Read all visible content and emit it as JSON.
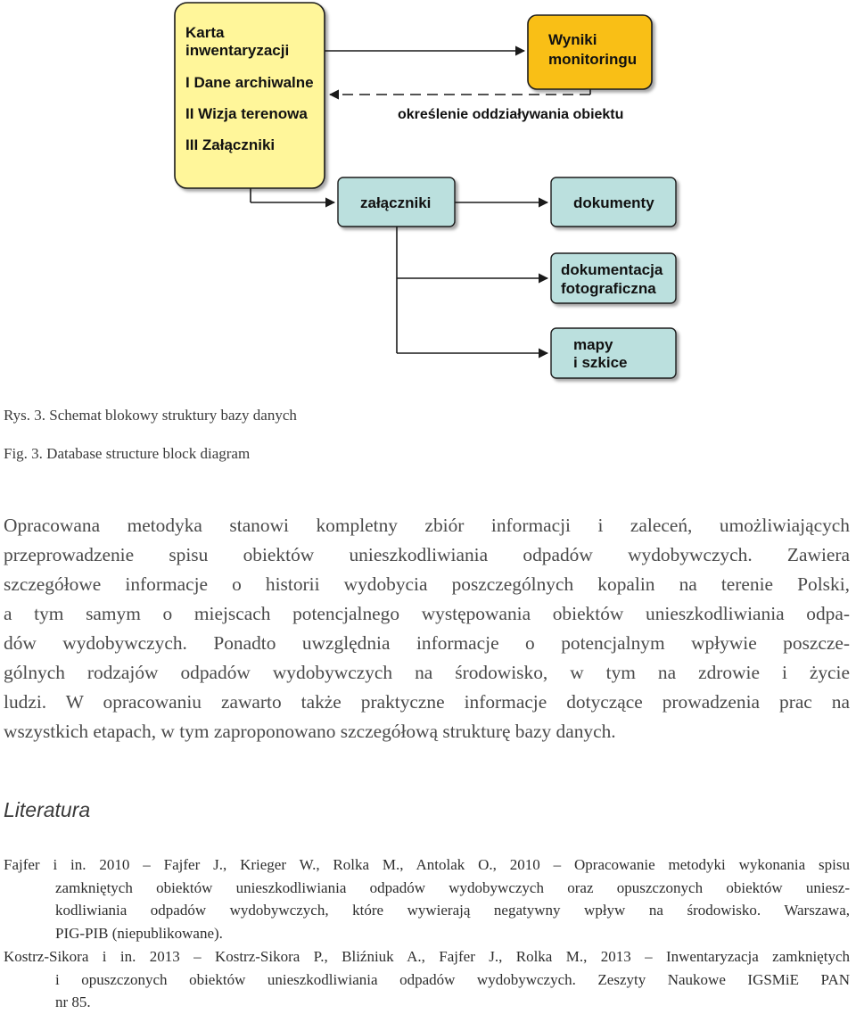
{
  "colors": {
    "inventory_box": "#fff69a",
    "results_box": "#f9bf13",
    "doc_box": "#bbe0de",
    "stroke": "#1a1a1a"
  },
  "diagram": {
    "inventory_card": {
      "title_line1": "Karta",
      "title_line2": "inwentaryzacji",
      "item1": "I Dane archiwalne",
      "item2": "II Wizja terenowa",
      "item3": "III Załączniki"
    },
    "results": {
      "line1": "Wyniki",
      "line2": "monitoringu"
    },
    "impact_label": "określenie oddziaływania obiektu",
    "attachments": "załączniki",
    "documents": "dokumenty",
    "photo_docs": {
      "line1": "dokumentacja",
      "line2": "fotograficzna"
    },
    "maps": {
      "line1": "mapy",
      "line2": "i szkice"
    }
  },
  "captions": {
    "pl": "Rys.  3.  Schemat blokowy struktury bazy danych",
    "en": "Fig.  3.  Database structure block diagram"
  },
  "body_lines": [
    "Opracowana metodyka stanowi kompletny zbiór informacji i zaleceń, umożliwiających",
    "przeprowadzenie spisu obiektów unieszkodliwiania odpadów wydobywczych. Zawiera",
    "szczegółowe informacje o historii wydobycia poszczególnych kopalin na terenie Polski,",
    "a tym samym o miejscach potencjalnego występowania obiektów unieszkodliwiania odpa-",
    "dów wydobywczych. Ponadto uwzględnia informacje o potencjalnym wpływie poszcze-",
    "gólnych rodzajów odpadów wydobywczych na środowisko, w tym na zdrowie i życie",
    "ludzi. W opracowaniu zawarto także praktyczne informacje dotyczące prowadzenia prac na",
    "wszystkich etapach, w tym zaproponowano szczegółową strukturę bazy danych."
  ],
  "literature_heading": "Literatura",
  "references": [
    {
      "lines": [
        "Fajfer i in. 2010 – Fajfer J., Krieger W., Rolka M., Antolak O., 2010 – Opracowanie metodyki wykonania spisu",
        "zamkniętych obiektów unieszkodliwiania odpadów wydobywczych oraz opuszczonych obiektów uniesz-",
        "kodliwiania odpadów wydobywczych, które wywierają negatywny wpływ na środowisko. Warszawa,",
        "PIG-PIB (niepublikowane)."
      ]
    },
    {
      "lines": [
        "Kostrz-Sikora i in. 2013 – Kostrz-Sikora P., Bliźniuk A., Fajfer J., Rolka M., 2013 – Inwentaryzacja zamkniętych",
        "i opuszczonych obiektów unieszkodliwiania odpadów wydobywczych. Zeszyty Naukowe IGSMiE PAN",
        "nr 85."
      ]
    }
  ]
}
